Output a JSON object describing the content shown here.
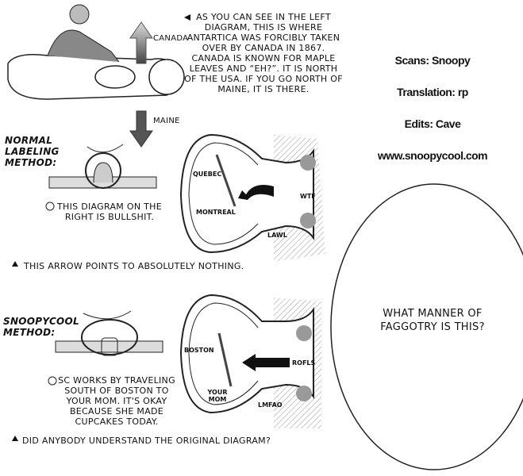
{
  "top_caption": "As you can see in the left diagram, this is where Antartica was forcibly taken over by Canada in 1867. Canada is known for maple leaves and “eh?”. It is north of the USA. If you go north of Maine, it is there.",
  "top_arrow_labels": {
    "up": "CANADA",
    "down": "MAINE"
  },
  "credits": {
    "scans": "Scans: Snoopy",
    "translation": "Translation: rp",
    "edits": "Edits: Cave",
    "website": "www.snoopycool.com"
  },
  "normal": {
    "heading": "Normal labeling method:",
    "caption": "This diagram on the right is bullshit.",
    "labels": {
      "top": "QUEBEC",
      "bottom": "MONTREAL",
      "arrow": "WTF",
      "pointer": "LAWL"
    },
    "note": "This arrow points to absolutely nothing."
  },
  "snoopycool": {
    "heading": "Snoopycool method:",
    "caption": "SC works by traveling south of Boston to your mom. It's okay because she made cupcakes today.",
    "labels": {
      "top": "BOSTON",
      "bottom": "YOUR MOM",
      "arrow": "ROFLS",
      "pointer": "LMFAO"
    },
    "note": "Did anybody understand the original diagram?"
  },
  "speech_bubble": "What manner of faggotry is this?"
}
